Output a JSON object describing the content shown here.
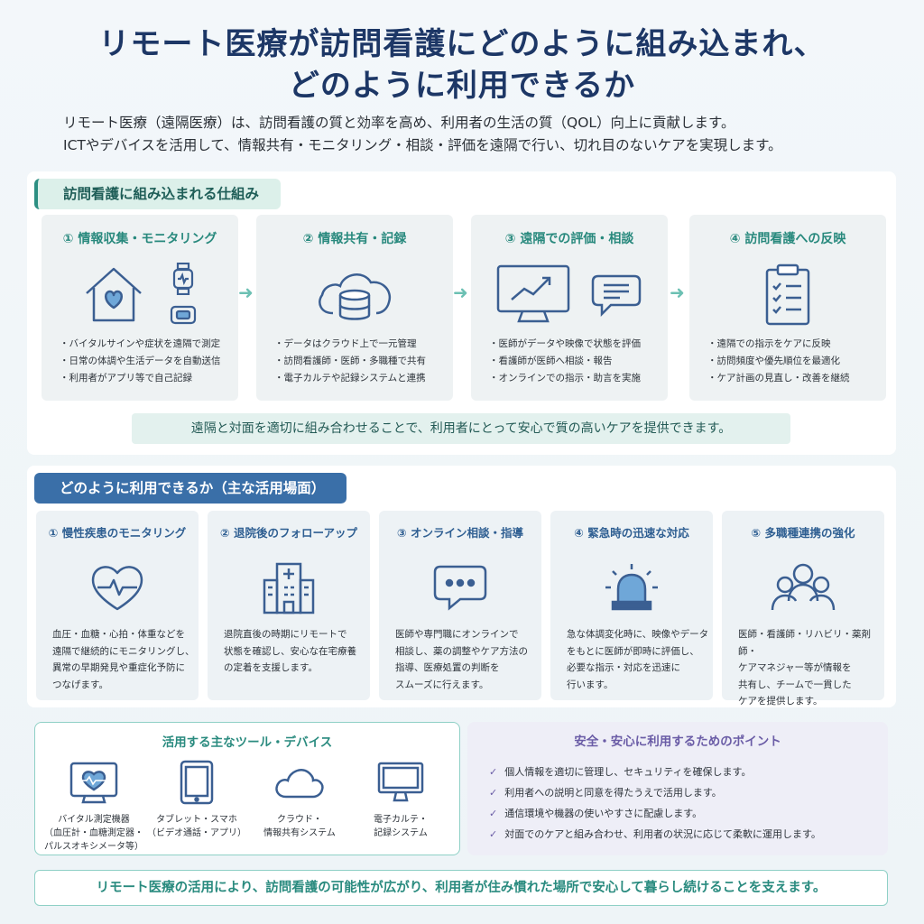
{
  "title": {
    "line1": "リモート医療が訪問看護にどのように組み込まれ、",
    "line2": "どのように利用できるか"
  },
  "intro": {
    "line1": "リモート医療（遠隔医療）は、訪問看護の質と効率を高め、利用者の生活の質（QOL）向上に貢献します。",
    "line2": "ICTやデバイスを活用して、情報共有・モニタリング・相談・評価を遠隔で行い、切れ目のないケアを実現します。"
  },
  "mechanism": {
    "heading": "訪問看護に組み込まれる仕組み",
    "steps": [
      {
        "title": "① 情報収集・モニタリング",
        "icons": [
          "house-heart-icon",
          "smartwatch-icon",
          "sensor-device-icon"
        ],
        "items": [
          "・バイタルサインや症状を遠隔で測定",
          "・日常の体調や生活データを自動送信",
          "・利用者がアプリ等で自己記録"
        ]
      },
      {
        "title": "② 情報共有・記録",
        "icons": [
          "cloud-database-icon"
        ],
        "items": [
          "・データはクラウド上で一元管理",
          "・訪問看護師・医師・多職種で共有",
          "・電子カルテや記録システムと連携"
        ]
      },
      {
        "title": "③ 遠隔での評価・相談",
        "icons": [
          "monitor-chart-icon",
          "chat-bubbles-icon"
        ],
        "items": [
          "・医師がデータや映像で状態を評価",
          "・看護師が医師へ相談・報告",
          "・オンラインでの指示・助言を実施"
        ]
      },
      {
        "title": "④ 訪問看護への反映",
        "icons": [
          "clipboard-checklist-icon"
        ],
        "items": [
          "・遠隔での指示をケアに反映",
          "・訪問頻度や優先順位を最適化",
          "・ケア計画の見直し・改善を継続"
        ]
      }
    ],
    "summary": "遠隔と対面を適切に組み合わせることで、利用者にとって安心で質の高いケアを提供できます。"
  },
  "usage": {
    "heading": "どのように利用できるか（主な活用場面）",
    "cases": [
      {
        "title": "① 慢性疾患のモニタリング",
        "icon": "heart-pulse-icon",
        "lines": [
          "血圧・血糖・心拍・体重などを",
          "遠隔で継続的にモニタリングし、",
          "異常の早期発見や重症化予防に",
          "つなげます。"
        ]
      },
      {
        "title": "② 退院後のフォローアップ",
        "icon": "hospital-icon",
        "lines": [
          "退院直後の時期にリモートで",
          "状態を確認し、安心な在宅療養",
          "の定着を支援します。"
        ]
      },
      {
        "title": "③ オンライン相談・指導",
        "icon": "chat-dots-icon",
        "lines": [
          "医師や専門職にオンラインで",
          "相談し、薬の調整やケア方法の",
          "指導、医療処置の判断を",
          "スムーズに行えます。"
        ]
      },
      {
        "title": "④ 緊急時の迅速な対応",
        "icon": "alarm-light-icon",
        "lines": [
          "急な体調変化時に、映像やデータ",
          "をもとに医師が即時に評価し、",
          "必要な指示・対応を迅速に",
          "行います。"
        ]
      },
      {
        "title": "⑤ 多職種連携の強化",
        "icon": "team-people-icon",
        "lines": [
          "医師・看護師・リハビリ・薬剤師・",
          "ケアマネジャー等が情報を",
          "共有し、チームで一貫した",
          "ケアを提供します。"
        ]
      }
    ]
  },
  "tools": {
    "heading": "活用する主なツール・デバイス",
    "items": [
      {
        "icon": "vital-monitor-icon",
        "lines": [
          "バイタル測定機器",
          "（血圧計・血糖測定器・",
          "パルスオキシメータ等）"
        ]
      },
      {
        "icon": "tablet-icon",
        "lines": [
          "タブレット・スマホ",
          "（ビデオ通話・アプリ）"
        ]
      },
      {
        "icon": "cloud-icon",
        "lines": [
          "クラウド・",
          "情報共有システム"
        ]
      },
      {
        "icon": "desktop-monitor-icon",
        "lines": [
          "電子カルテ・",
          "記録システム"
        ]
      }
    ]
  },
  "safety": {
    "heading": "安全・安心に利用するためのポイント",
    "items": [
      "個人情報を適切に管理し、セキュリティを確保します。",
      "利用者への説明と同意を得たうえで活用します。",
      "通信環境や機器の使いやすさに配慮します。",
      "対面でのケアと組み合わせ、利用者の状況に応じて柔軟に運用します。"
    ]
  },
  "footer": "リモート医療の活用により、訪問看護の可能性が広がり、利用者が住み慣れた場所で安心して暮らし続けることを支えます。",
  "colors": {
    "title": "#1d3766",
    "teal": "#2a8b7f",
    "blue_tab": "#3a6fa8",
    "icon_blue": "#3b5f92",
    "purple": "#6a5ca6"
  }
}
